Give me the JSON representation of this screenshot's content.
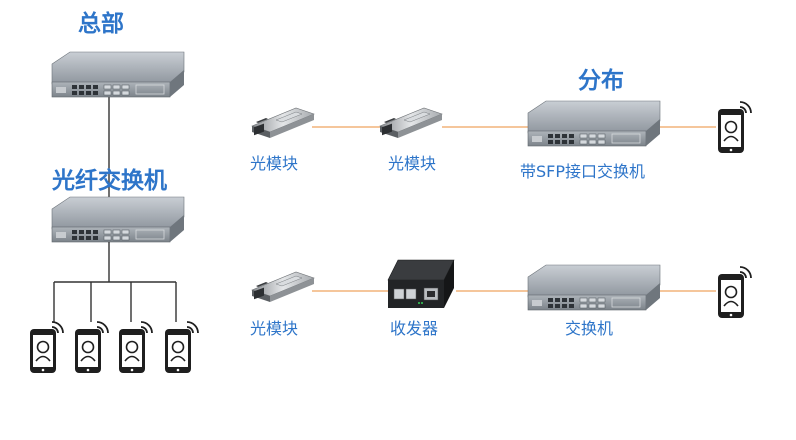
{
  "labels": {
    "headquarters": "总部",
    "fiber_switch": "光纤交换机",
    "distribution": "分布",
    "sfp_module_1": "光模块",
    "sfp_module_2": "光模块",
    "sfp_switch": "带SFP接口交换机",
    "sfp_module_3": "光模块",
    "transceiver": "收发器",
    "switch": "交换机"
  },
  "colors": {
    "label_blue": "#2e75c9",
    "fiber_link": "#f2b37a",
    "copper_link": "#333333",
    "device_gray": "#9aa1a8"
  },
  "icons": [
    "rack-switch-icon",
    "sfp-module-icon",
    "media-converter-icon",
    "smartphone-icon",
    "wifi-signal-icon"
  ]
}
